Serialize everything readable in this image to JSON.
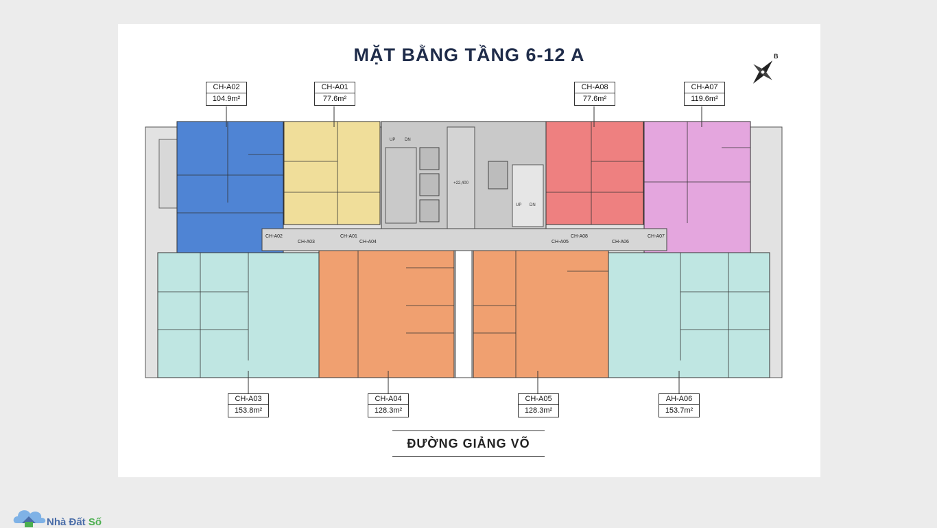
{
  "title": "MẶT BẰNG TẦNG 6-12 A",
  "compass": {
    "letter": "B"
  },
  "street": "ĐƯỜNG GIẢNG VÕ",
  "units": [
    {
      "code": "CH-A02",
      "area": "104.9m²",
      "color": "#4f84d4"
    },
    {
      "code": "CH-A01",
      "area": "77.6m²",
      "color": "#f0de9a"
    },
    {
      "code": "CH-A08",
      "area": "77.6m²",
      "color": "#ee8080"
    },
    {
      "code": "CH-A07",
      "area": "119.6m²",
      "color": "#e4a6de"
    },
    {
      "code": "CH-A03",
      "area": "153.8m²",
      "color": "#bfe6e2"
    },
    {
      "code": "CH-A04",
      "area": "128.3m²",
      "color": "#f0a070"
    },
    {
      "code": "CH-A05",
      "area": "128.3m²",
      "color": "#f0a070"
    },
    {
      "code": "AH-A06",
      "area": "153.7m²",
      "color": "#bfe6e2"
    }
  ],
  "corridor_markers": [
    "CH-A02",
    "CH-A03",
    "CH-A01",
    "CH-A04",
    "CH-A05",
    "CH-A08",
    "CH-A06",
    "CH-A07"
  ],
  "core_label": "+22,400",
  "stair_labels": {
    "up": "UP",
    "dn": "DN"
  },
  "logo": {
    "part1": "Nhà Đất",
    "part2": "Số"
  }
}
